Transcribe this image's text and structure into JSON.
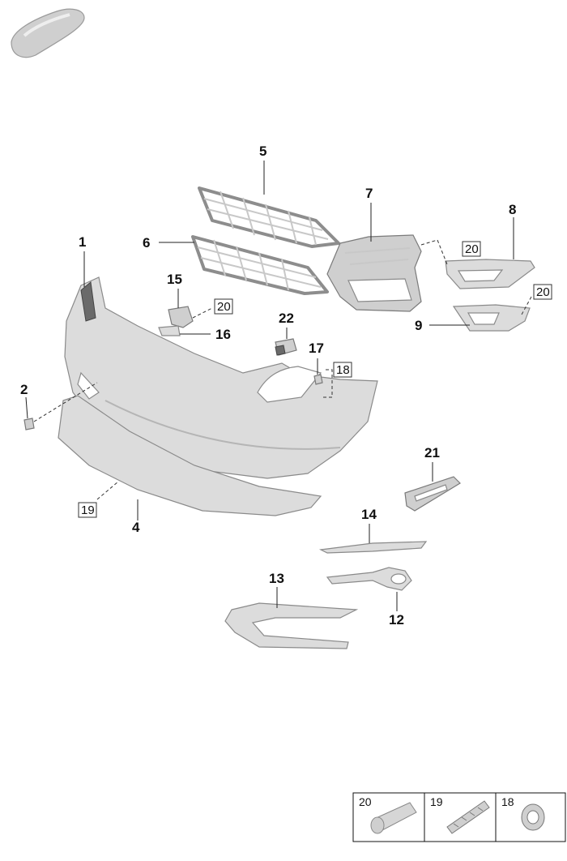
{
  "callouts": {
    "p1": "1",
    "p2": "2",
    "p4": "4",
    "p5": "5",
    "p6": "6",
    "p7": "7",
    "p8": "8",
    "p9": "9",
    "p12": "12",
    "p13": "13",
    "p14": "14",
    "p15": "15",
    "p16": "16",
    "p17": "17",
    "p21": "21",
    "p22": "22"
  },
  "boxed_refs": {
    "r20a": "20",
    "r20b": "20",
    "r20c": "20",
    "r18": "18",
    "r19": "19"
  },
  "legend": {
    "items": [
      {
        "number": "20",
        "icon": "screw-icon"
      },
      {
        "number": "19",
        "icon": "clip-strip-icon"
      },
      {
        "number": "18",
        "icon": "ring-grommet-icon"
      }
    ]
  }
}
